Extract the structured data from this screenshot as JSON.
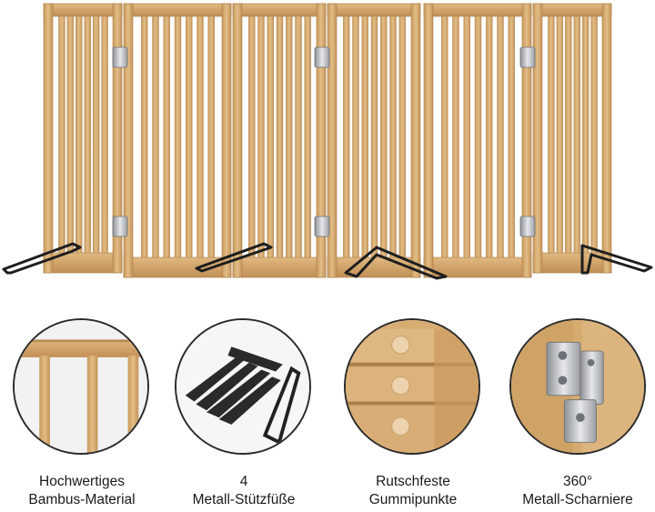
{
  "features": [
    {
      "icon": "bamboo-material-icon",
      "line1": "Hochwertiges",
      "line2": "Bambus-Material"
    },
    {
      "icon": "metal-support-feet-icon",
      "line1": "4",
      "line2": "Metall-Stützfüße"
    },
    {
      "icon": "rubber-pads-icon",
      "line1": "Rutschfeste",
      "line2": "Gummipunkte"
    },
    {
      "icon": "metal-hinge-icon",
      "line1": "360°",
      "line2": "Metall-Scharniere"
    }
  ],
  "colors": {
    "bamboo": "#d9b079",
    "bamboo_dark": "#b98e57",
    "metal_foot": "#1e1e1e",
    "hinge": "#c9ccd0"
  }
}
